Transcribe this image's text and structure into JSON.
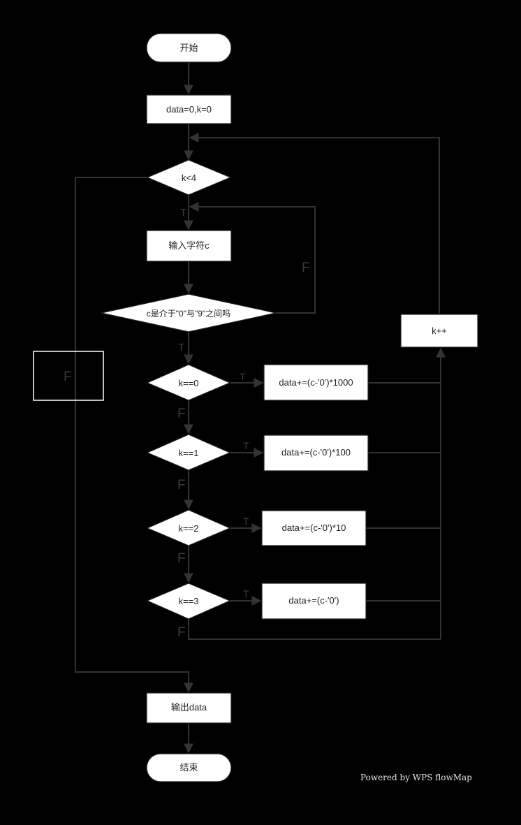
{
  "nodes": {
    "start": "开始",
    "init": "data=0,k=0",
    "cond_k4": "k<4",
    "input": "输入字符c",
    "cond_digit": "c是介于\"0\"与\"9\"之间吗",
    "cond_k0": "k==0",
    "cond_k1": "k==1",
    "cond_k2": "k==2",
    "cond_k3": "k==3",
    "act0": "data+=(c-'0')*1000",
    "act1": "data+=(c-'0')*100",
    "act2": "data+=(c-'0')*10",
    "act3": "data+=(c-'0')",
    "inc": "k++",
    "output": "输出data",
    "end": "结束"
  },
  "labels": {
    "k4_true": "T",
    "k4_false": "F",
    "digit_true": "T",
    "digit_false": "F",
    "k0_true": "T",
    "k0_false": "F",
    "k1_true": "T",
    "k1_false": "F",
    "k2_true": "T",
    "k2_false": "F",
    "k3_true": "T",
    "k3_false": "F"
  },
  "watermark": "Powered by WPS flowMap"
}
